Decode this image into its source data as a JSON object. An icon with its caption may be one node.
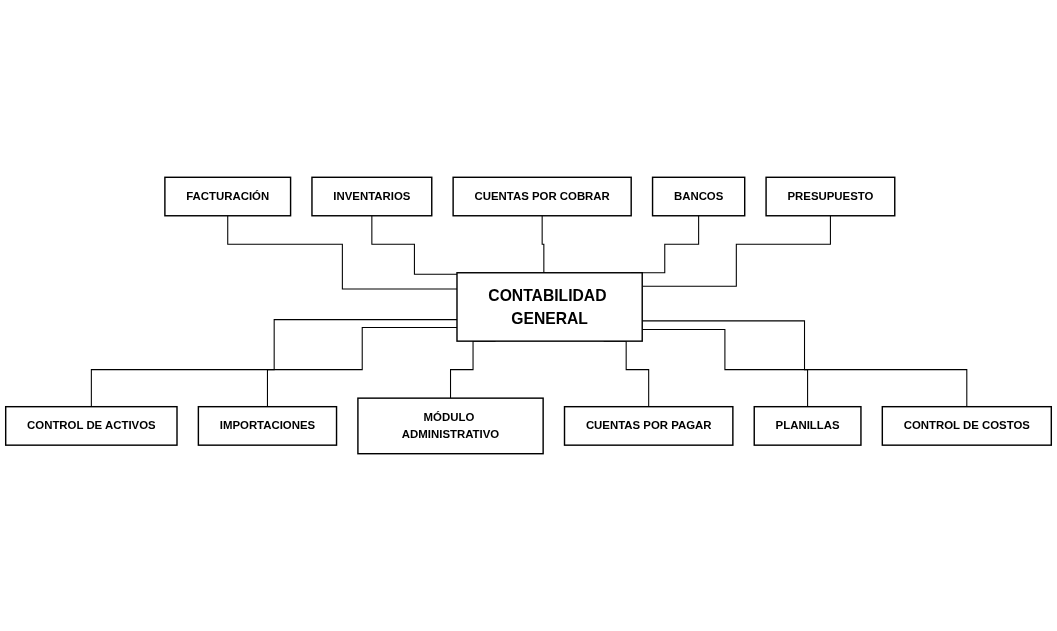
{
  "diagram": {
    "nodes": [
      {
        "text": [
          "FACTURACIÓN"
        ]
      },
      {
        "text": [
          "INVENTARIOS"
        ]
      },
      {
        "text": [
          "CUENTAS POR COBRAR"
        ]
      },
      {
        "text": [
          "BANCOS"
        ]
      },
      {
        "text": [
          "PRESUPUESTO"
        ]
      },
      {
        "text": [
          "CONTABILIDAD GENERAL"
        ]
      },
      {
        "text": [
          "CONTROL DE ACTIVOS"
        ]
      },
      {
        "text": [
          "IMPORTACIONES"
        ]
      },
      {
        "text": [
          "MÓDULO ADMINISTRATIVO"
        ]
      },
      {
        "text": [
          "CUENTAS POR PAGAR"
        ]
      },
      {
        "text": [
          "PLANILLAS"
        ]
      },
      {
        "text": [
          "CONTROL DE COSTOS"
        ]
      }
    ],
    "edges": [
      {
        "from": 0,
        "to": 5,
        "arrow": "none"
      },
      {
        "from": 1,
        "to": 5,
        "arrow": "none"
      },
      {
        "from": 2,
        "to": 5,
        "arrow": "none"
      },
      {
        "from": 3,
        "to": 5,
        "arrow": "none"
      },
      {
        "from": 4,
        "to": 5,
        "arrow": "none"
      },
      {
        "from": 5,
        "to": 6,
        "arrow": "none"
      },
      {
        "from": 5,
        "to": 7,
        "arrow": "none"
      },
      {
        "from": 5,
        "to": 8,
        "arrow": "none"
      },
      {
        "from": 5,
        "to": 9,
        "arrow": "none"
      },
      {
        "from": 5,
        "to": 10,
        "arrow": "none"
      },
      {
        "from": 5,
        "to": 11,
        "arrow": "none"
      }
    ]
  }
}
